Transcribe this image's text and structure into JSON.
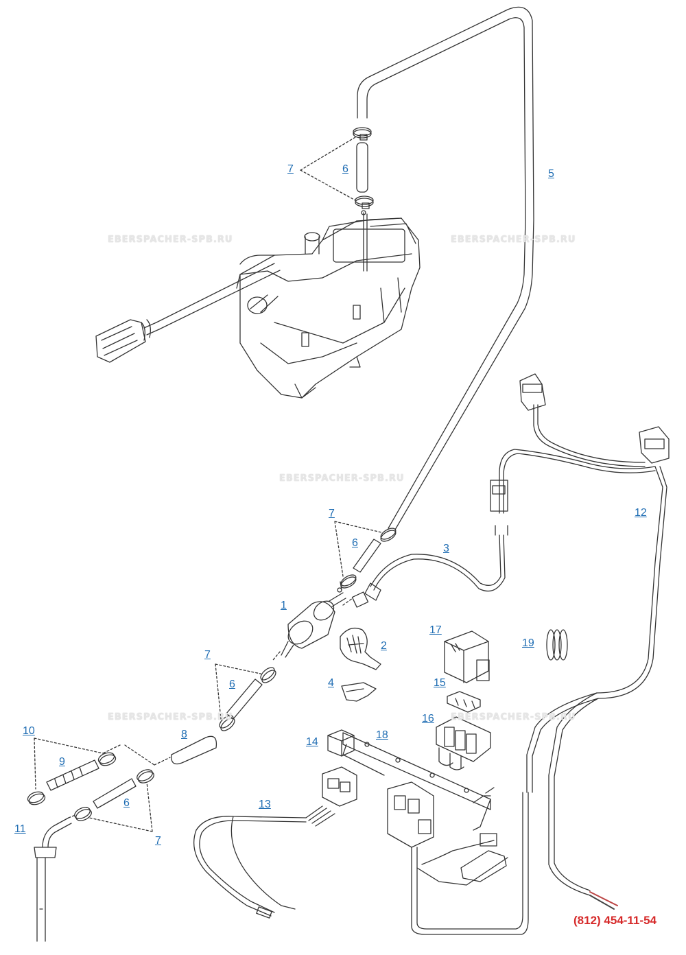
{
  "diagram": {
    "callouts": [
      {
        "id": "c7a",
        "text": "7"
      },
      {
        "id": "c6a",
        "text": "6"
      },
      {
        "id": "c5",
        "text": "5"
      },
      {
        "id": "c7b",
        "text": "7"
      },
      {
        "id": "c6b",
        "text": "6"
      },
      {
        "id": "c3",
        "text": "3"
      },
      {
        "id": "c12",
        "text": "12"
      },
      {
        "id": "c1",
        "text": "1"
      },
      {
        "id": "c2",
        "text": "2"
      },
      {
        "id": "c17",
        "text": "17"
      },
      {
        "id": "c19",
        "text": "19"
      },
      {
        "id": "c7c",
        "text": "7"
      },
      {
        "id": "c6c",
        "text": "6"
      },
      {
        "id": "c4",
        "text": "4"
      },
      {
        "id": "c15",
        "text": "15"
      },
      {
        "id": "c16",
        "text": "16"
      },
      {
        "id": "c10",
        "text": "10"
      },
      {
        "id": "c8",
        "text": "8"
      },
      {
        "id": "c14",
        "text": "14"
      },
      {
        "id": "c18",
        "text": "18"
      },
      {
        "id": "c9",
        "text": "9"
      },
      {
        "id": "c6d",
        "text": "6"
      },
      {
        "id": "c13",
        "text": "13"
      },
      {
        "id": "c11",
        "text": "11"
      },
      {
        "id": "c7d",
        "text": "7"
      }
    ],
    "watermark_text": "EBERSPACHER-SPB.RU",
    "phone": "(812) 454-11-54",
    "colors": {
      "callout": "#1f6db3",
      "phone": "#d62a2a",
      "line": "#333333",
      "watermark": "#e6e6e6"
    }
  }
}
